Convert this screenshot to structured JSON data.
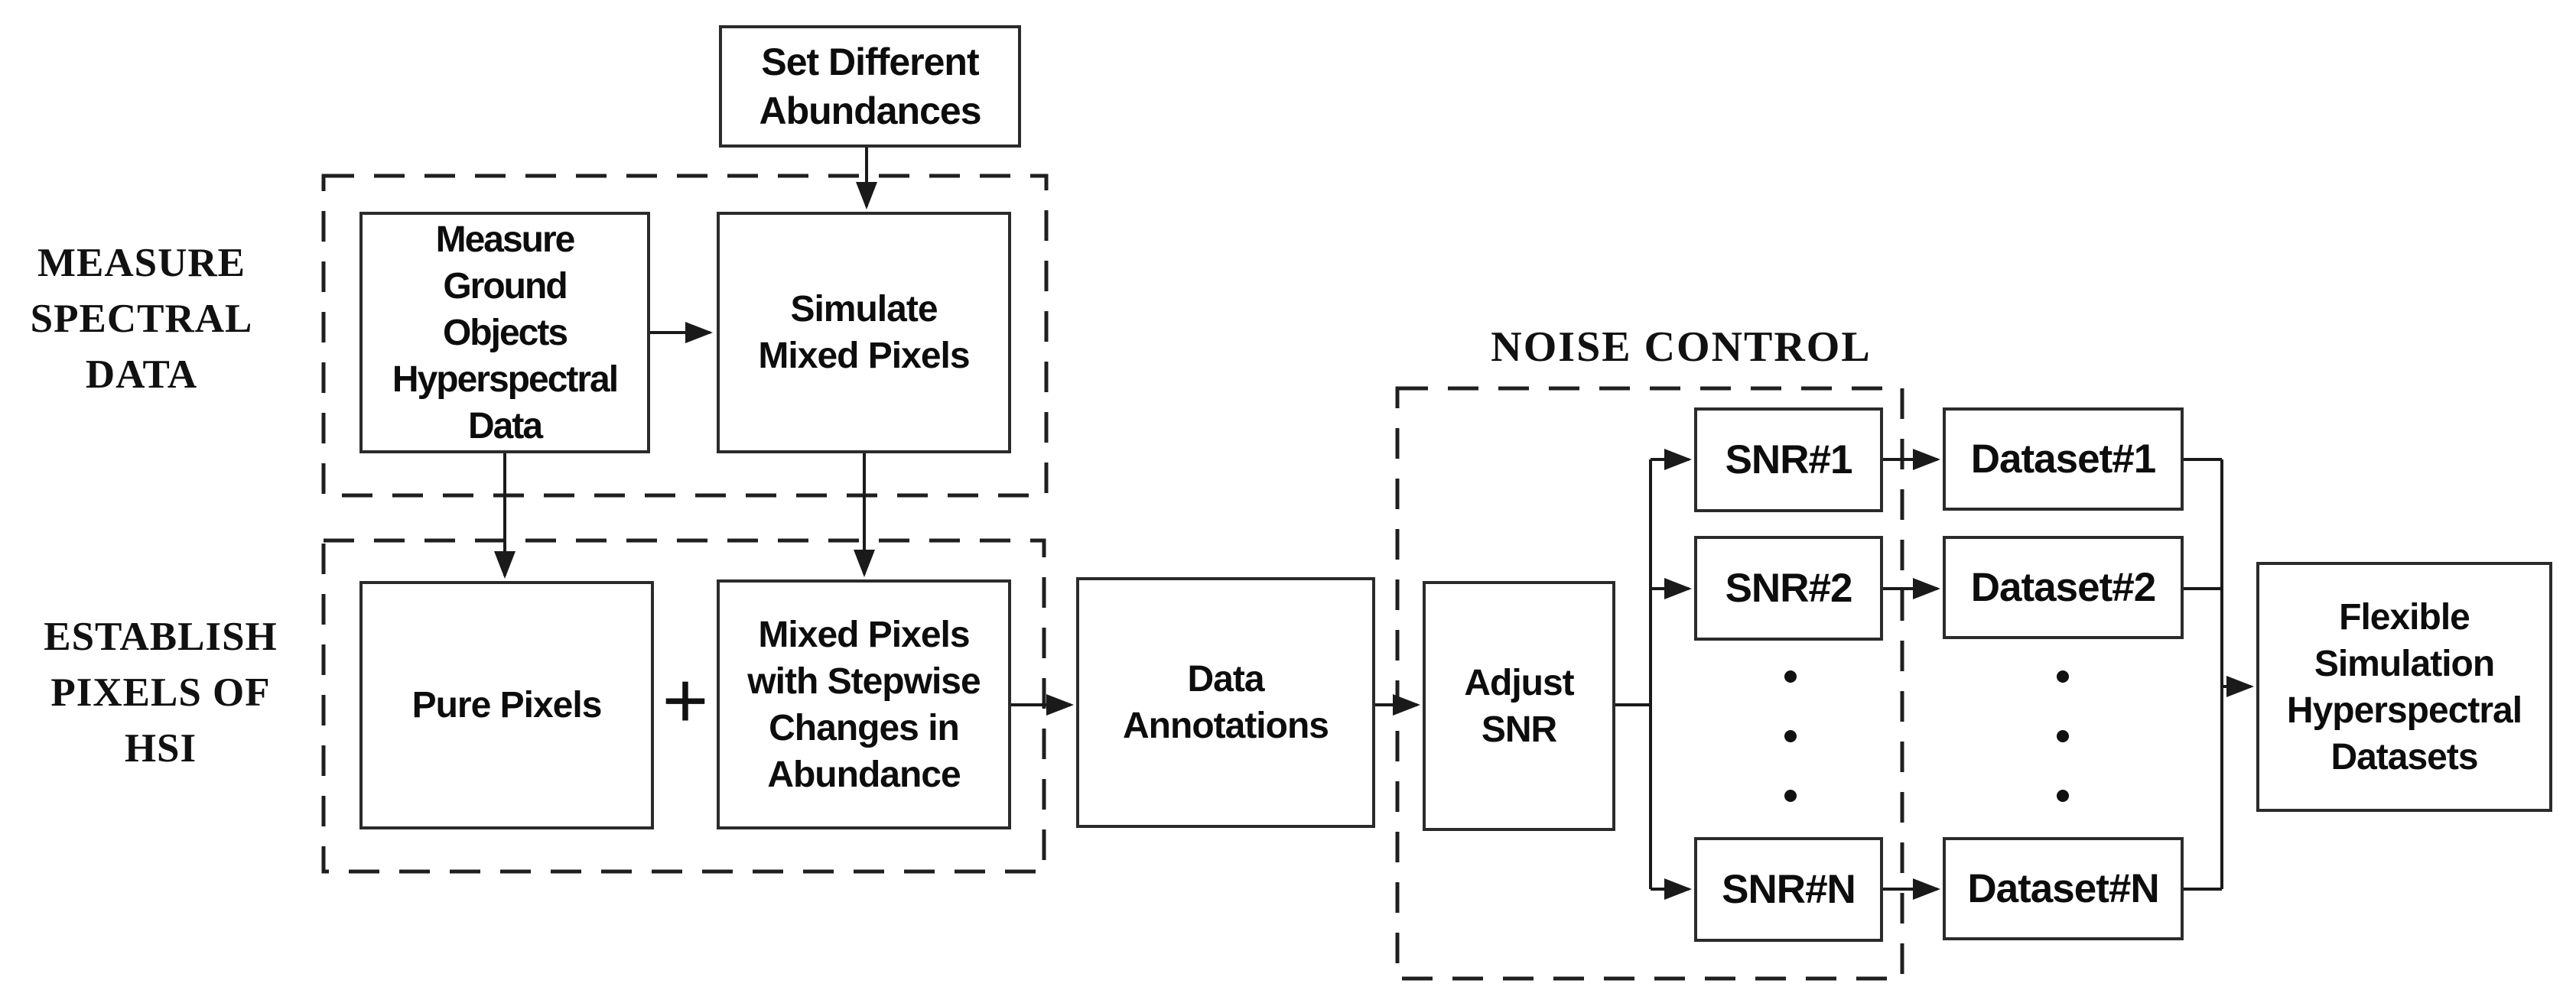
{
  "diagram": {
    "title_implicit": "Flexible simulation hyperspectral dataset generation flowchart",
    "section_labels": {
      "measure_spectral": "MEASURE\nSPECTRAL\nDATA",
      "establish_pixels": "ESTABLISH\nPIXELS OF\nHSI",
      "noise_control": "NOISE CONTROL"
    },
    "boxes": {
      "set_abundances": "Set Different\nAbundances",
      "measure_ground": "Measure\nGround\nObjects\nHyperspectral\nData",
      "simulate_mixed": "Simulate\nMixed Pixels",
      "pure_pixels": "Pure Pixels",
      "mixed_stepwise": "Mixed Pixels\nwith Stepwise\nChanges in\nAbundance",
      "data_annotations": "Data\nAnnotations",
      "adjust_snr": "Adjust\nSNR",
      "flexible_datasets": "Flexible\nSimulation\nHyperspectral\nDatasets"
    },
    "snr_rows": [
      "SNR#1",
      "SNR#2",
      "SNR#N"
    ],
    "dataset_rows": [
      "Dataset#1",
      "Dataset#2",
      "Dataset#N"
    ],
    "operator_plus": "+",
    "ellipsis_dots_per_column": 3,
    "colors": {
      "background": "#ffffff",
      "line": "#1a1a1a",
      "box_border": "#2b2b2b",
      "text": "#0d0d0d"
    }
  }
}
